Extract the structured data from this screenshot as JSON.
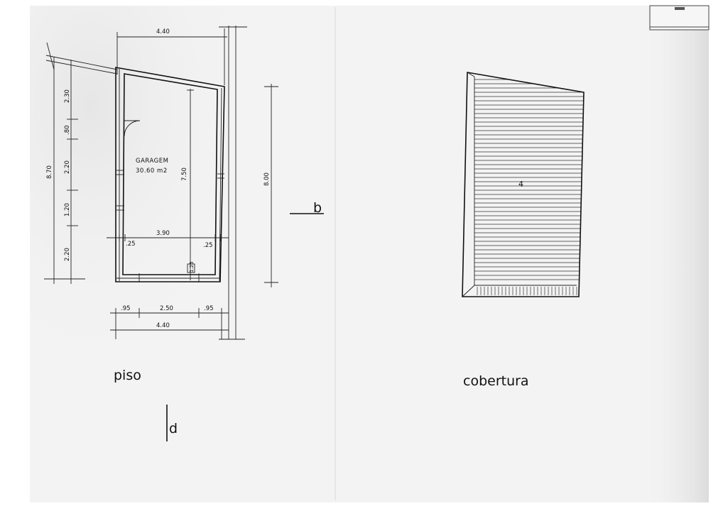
{
  "plan": {
    "label": "piso",
    "room_name": "GARAGEM",
    "room_area": "30.60 m2",
    "dims": {
      "top_width": "4.40",
      "bottom_width": "4.40",
      "left_total": "8.70",
      "right_total": "8.00",
      "interior_height": "7.50",
      "interior_width": "3.90",
      "left_seg_1": "2.30",
      "left_seg_2": ".80",
      "left_seg_3": "2.20",
      "left_seg_4": "1.20",
      "left_seg_5": "2.20",
      "wall_left": ".25",
      "wall_right": ".25",
      "bottom_seg_1": ".95",
      "bottom_seg_2": "2.50",
      "bottom_seg_3": ".95",
      "small_mark": "1.25"
    },
    "section_b": "b",
    "section_d": "d"
  },
  "roof": {
    "label": "cobertura",
    "slope_mark": "4"
  },
  "colors": {
    "paper": "#f3f3f3",
    "ink": "#111111"
  }
}
